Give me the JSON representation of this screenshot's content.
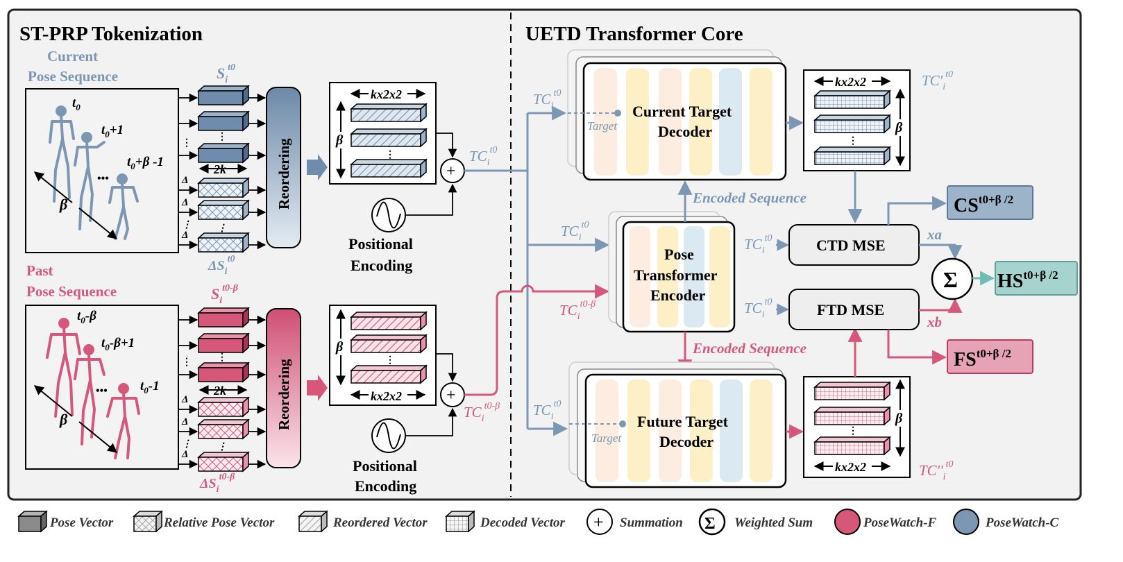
{
  "colors": {
    "blue": "#7b97b4",
    "blue_dark": "#5a7898",
    "pink": "#d5587b",
    "pink_dark": "#c03a60",
    "teal": "#8ccac4",
    "panel_bg": "#f2f2f2",
    "legend_text": "#333333"
  },
  "left_panel": {
    "title": "ST-PRP Tokenization",
    "current": {
      "label_line1": "Current",
      "label_line2": "Pose Sequence",
      "frame_labels": [
        "t",
        "t",
        "t"
      ],
      "frame_subs": [
        "0",
        "0",
        "0"
      ],
      "frame_suffix": [
        "",
        "+1",
        "+β -1"
      ],
      "beta": "β",
      "s_label": "S",
      "s_sub": "i",
      "s_sup": "t0",
      "ds_label": "ΔS",
      "ds_sub": "i",
      "ds_sup": "t0",
      "dims": "2k",
      "delta": "Δ",
      "reordering": "Reordering",
      "block_dims": "kx2x2",
      "block_beta": "β",
      "tc_label": "TC",
      "tc_sub": "i",
      "tc_sup": "t0",
      "pos_enc_line1": "Positional",
      "pos_enc_line2": "Encoding"
    },
    "past": {
      "label_line1": "Past",
      "label_line2": "Pose Sequence",
      "frame_labels": [
        "t",
        "t",
        "t"
      ],
      "frame_subs": [
        "0",
        "0",
        "0"
      ],
      "frame_suffix": [
        "-β",
        "-β+1",
        "-1"
      ],
      "beta": "β",
      "s_label": "S",
      "s_sub": "i",
      "s_sup": "t0-β",
      "ds_label": "ΔS",
      "ds_sub": "i",
      "ds_sup": "t0-β",
      "dims": "2k",
      "delta": "Δ",
      "reordering": "Reordering",
      "block_dims": "kx2x2",
      "block_beta": "β",
      "tc_label": "TC",
      "tc_sub": "i",
      "tc_sup": "t0-β",
      "pos_enc_line1": "Positional",
      "pos_enc_line2": "Encoding"
    }
  },
  "right_panel": {
    "title": "UETD Transformer Core",
    "current_decoder": {
      "line1": "Current Target",
      "line2": "Decoder",
      "target": "Target"
    },
    "encoder": {
      "line1": "Pose",
      "line2": "Transformer",
      "line3": "Encoder"
    },
    "future_decoder": {
      "line1": "Future Target",
      "line2": "Decoder",
      "target": "Target"
    },
    "encoded_sequence": "Encoded Sequence",
    "tc": {
      "label": "TC",
      "sub": "i",
      "sup": "t0"
    },
    "tc_past": {
      "label": "TC",
      "sub": "i",
      "sup": "t0-β"
    },
    "tc_prime": {
      "label": "TC'",
      "sub": "i",
      "sup": "t0"
    },
    "tc_dprime": {
      "label": "TC''",
      "sub": "i",
      "sup": "t0"
    },
    "decoded_dims": "kx2x2",
    "decoded_beta": "β",
    "ctd_mse": "CTD MSE",
    "ftd_mse": "FTD MSE",
    "xa": "xa",
    "xb": "xb",
    "sigma": "Σ",
    "cs": {
      "label": "CS",
      "sup": "t0+β /2"
    },
    "fs": {
      "label": "FS",
      "sup": "t0+β /2"
    },
    "hs": {
      "label": "HS",
      "sup": "t0+β /2"
    }
  },
  "legend": [
    {
      "icon": "pose-vector-icon",
      "label": "Pose Vector"
    },
    {
      "icon": "relative-pose-vector-icon",
      "label": "Relative Pose Vector"
    },
    {
      "icon": "reordered-vector-icon",
      "label": "Reordered Vector"
    },
    {
      "icon": "decoded-vector-icon",
      "label": "Decoded Vector"
    },
    {
      "icon": "summation-icon",
      "label": "Summation",
      "symbol": "+"
    },
    {
      "icon": "weighted-sum-icon",
      "label": "Weighted Sum",
      "symbol": "Σ"
    },
    {
      "icon": "posewatch-f-icon",
      "label": "PoseWatch-F"
    },
    {
      "icon": "posewatch-c-icon",
      "label": "PoseWatch-C"
    }
  ]
}
